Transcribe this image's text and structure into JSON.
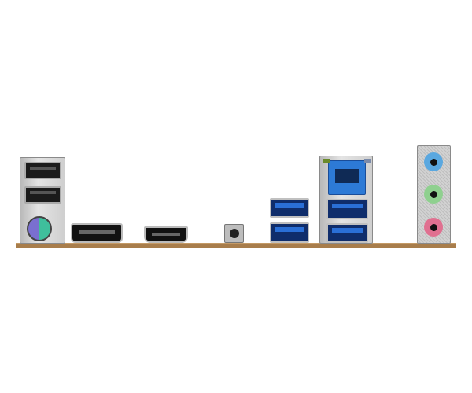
{
  "ports": [
    {
      "name": "usb2-port",
      "count": 2
    },
    {
      "name": "ps2-combo-port",
      "colors": [
        "#7a6fd0",
        "#3fbf9c"
      ]
    },
    {
      "name": "displayport"
    },
    {
      "name": "hdmi-port"
    },
    {
      "name": "bios-flashback-button"
    },
    {
      "name": "usb3-port",
      "count": 4,
      "color": "#2a6fd6"
    },
    {
      "name": "rj45-lan-port",
      "color": "#2d7ad6"
    },
    {
      "name": "audio-jacks",
      "colors": [
        "#5aa8e0",
        "#8fd08f",
        "#e07090"
      ]
    }
  ],
  "colors": {
    "pcb": "#a87d4b",
    "shield": "#cfcfcf"
  }
}
